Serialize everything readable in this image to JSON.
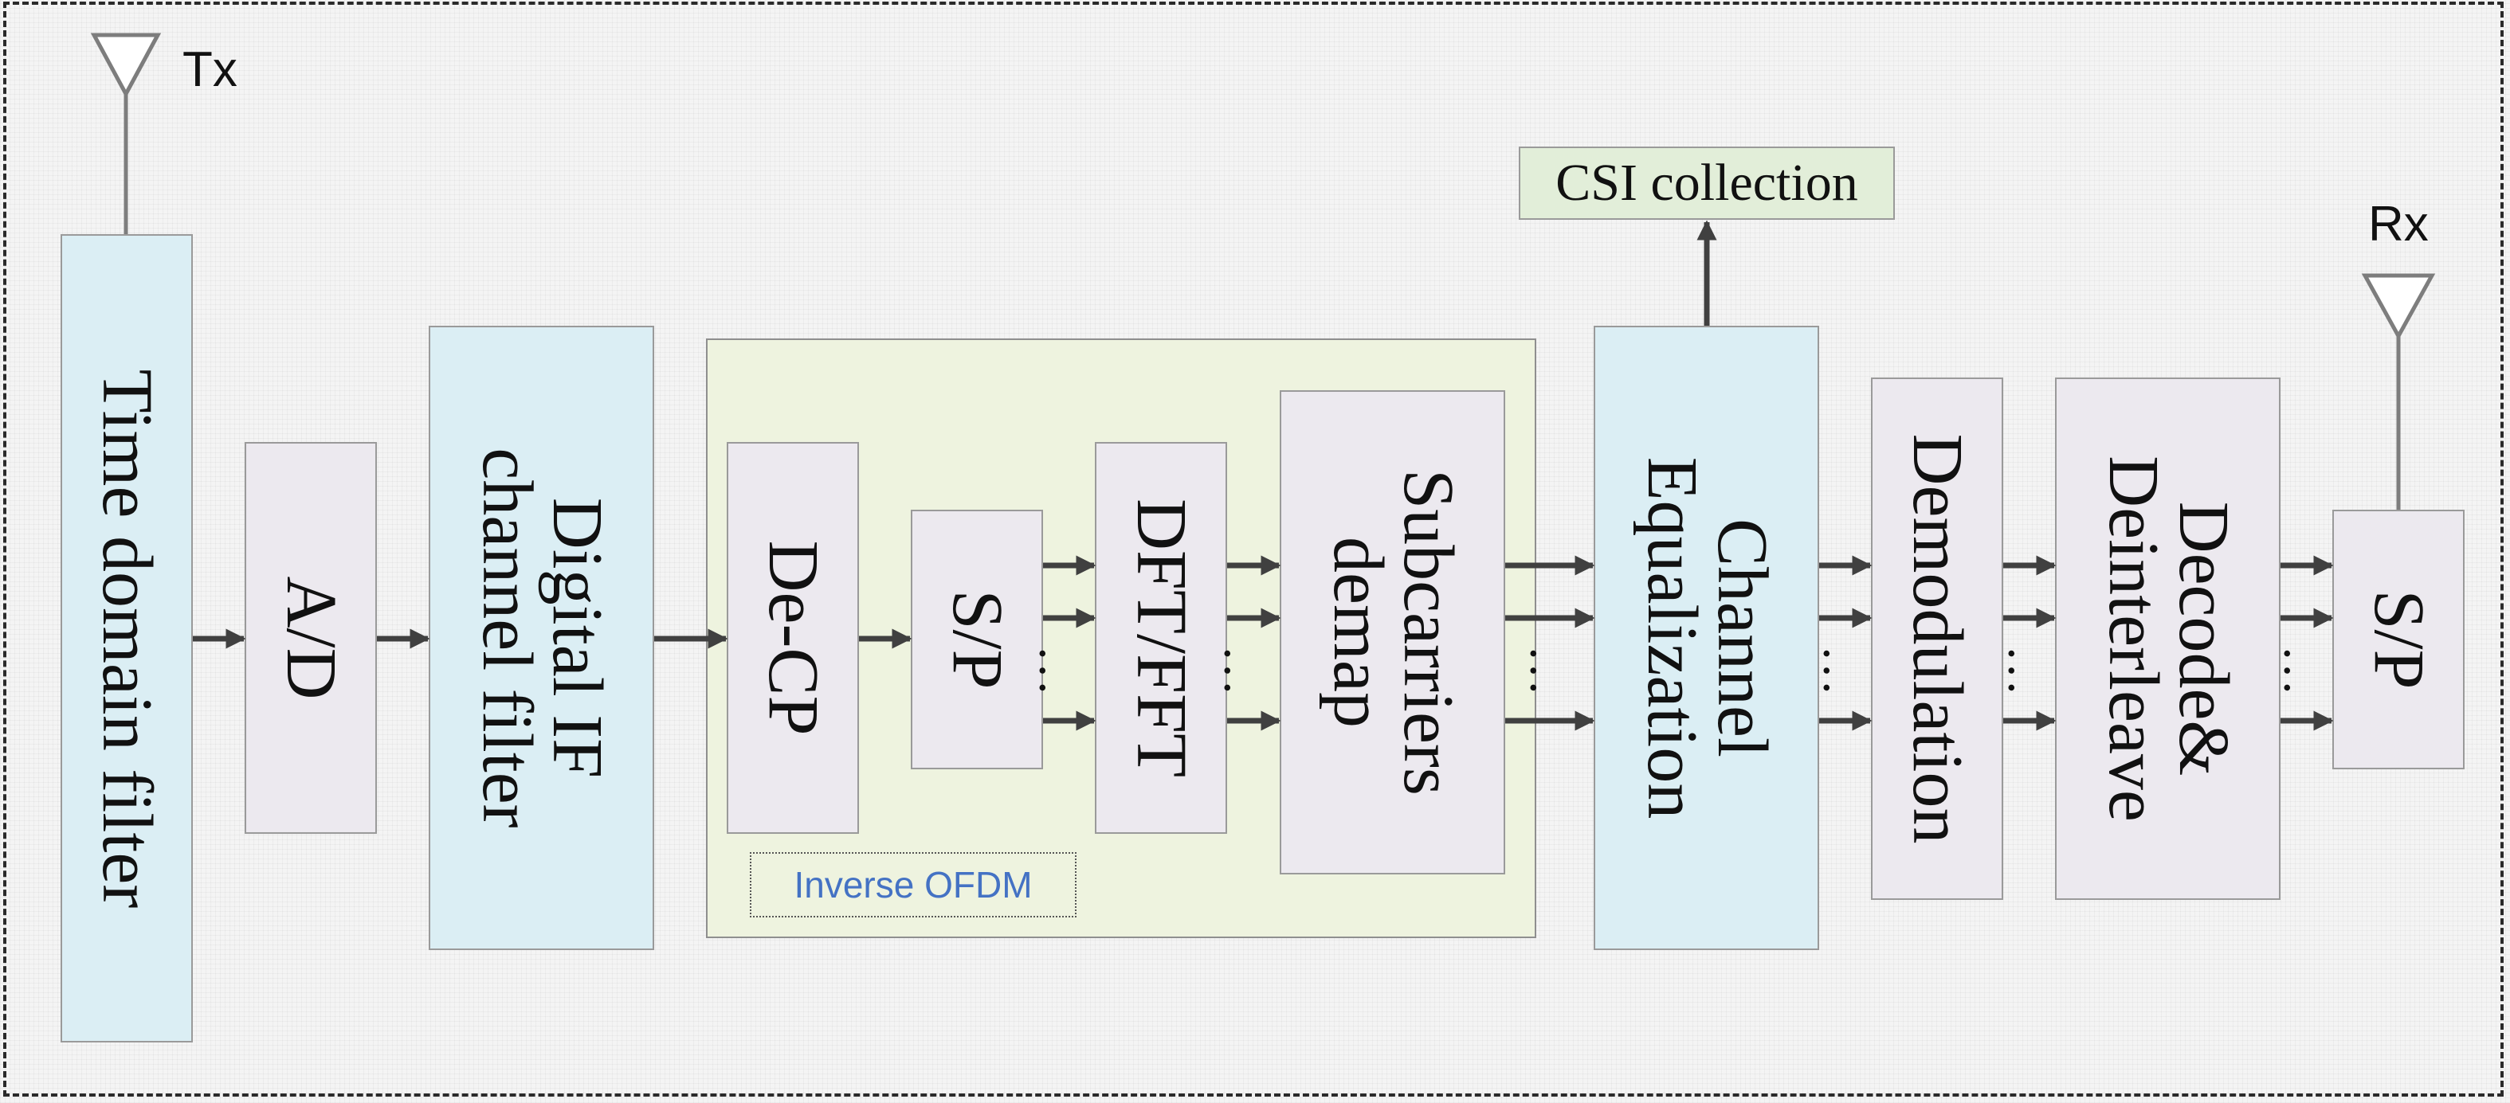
{
  "antennas": {
    "tx": "Tx",
    "rx": "Rx"
  },
  "blocks": {
    "time_domain_filter": "Time domain filter",
    "ad": "A/D",
    "digital_if": "Digital IF\nchannel filter",
    "de_cp": "De-CP",
    "sp1": "S/P",
    "dft_fft": "DFT/FFT",
    "subcarriers_demap": "Subcarriers\ndemap",
    "channel_equalization": "Channel\nEqualization",
    "demodulation": "Demodulation",
    "decode_deinterleave": "Decode&\nDeinterleave",
    "sp2": "S/P"
  },
  "group_label": "Inverse OFDM",
  "csi": "CSI collection",
  "ellipsis": "…",
  "colors": {
    "blue_block": "#dbeef4",
    "gray_block": "#ece9ef",
    "group_fill": "#eef3df",
    "csi_fill": "#e2eed9",
    "arrow": "#404040",
    "group_label_text": "#4472c4"
  }
}
